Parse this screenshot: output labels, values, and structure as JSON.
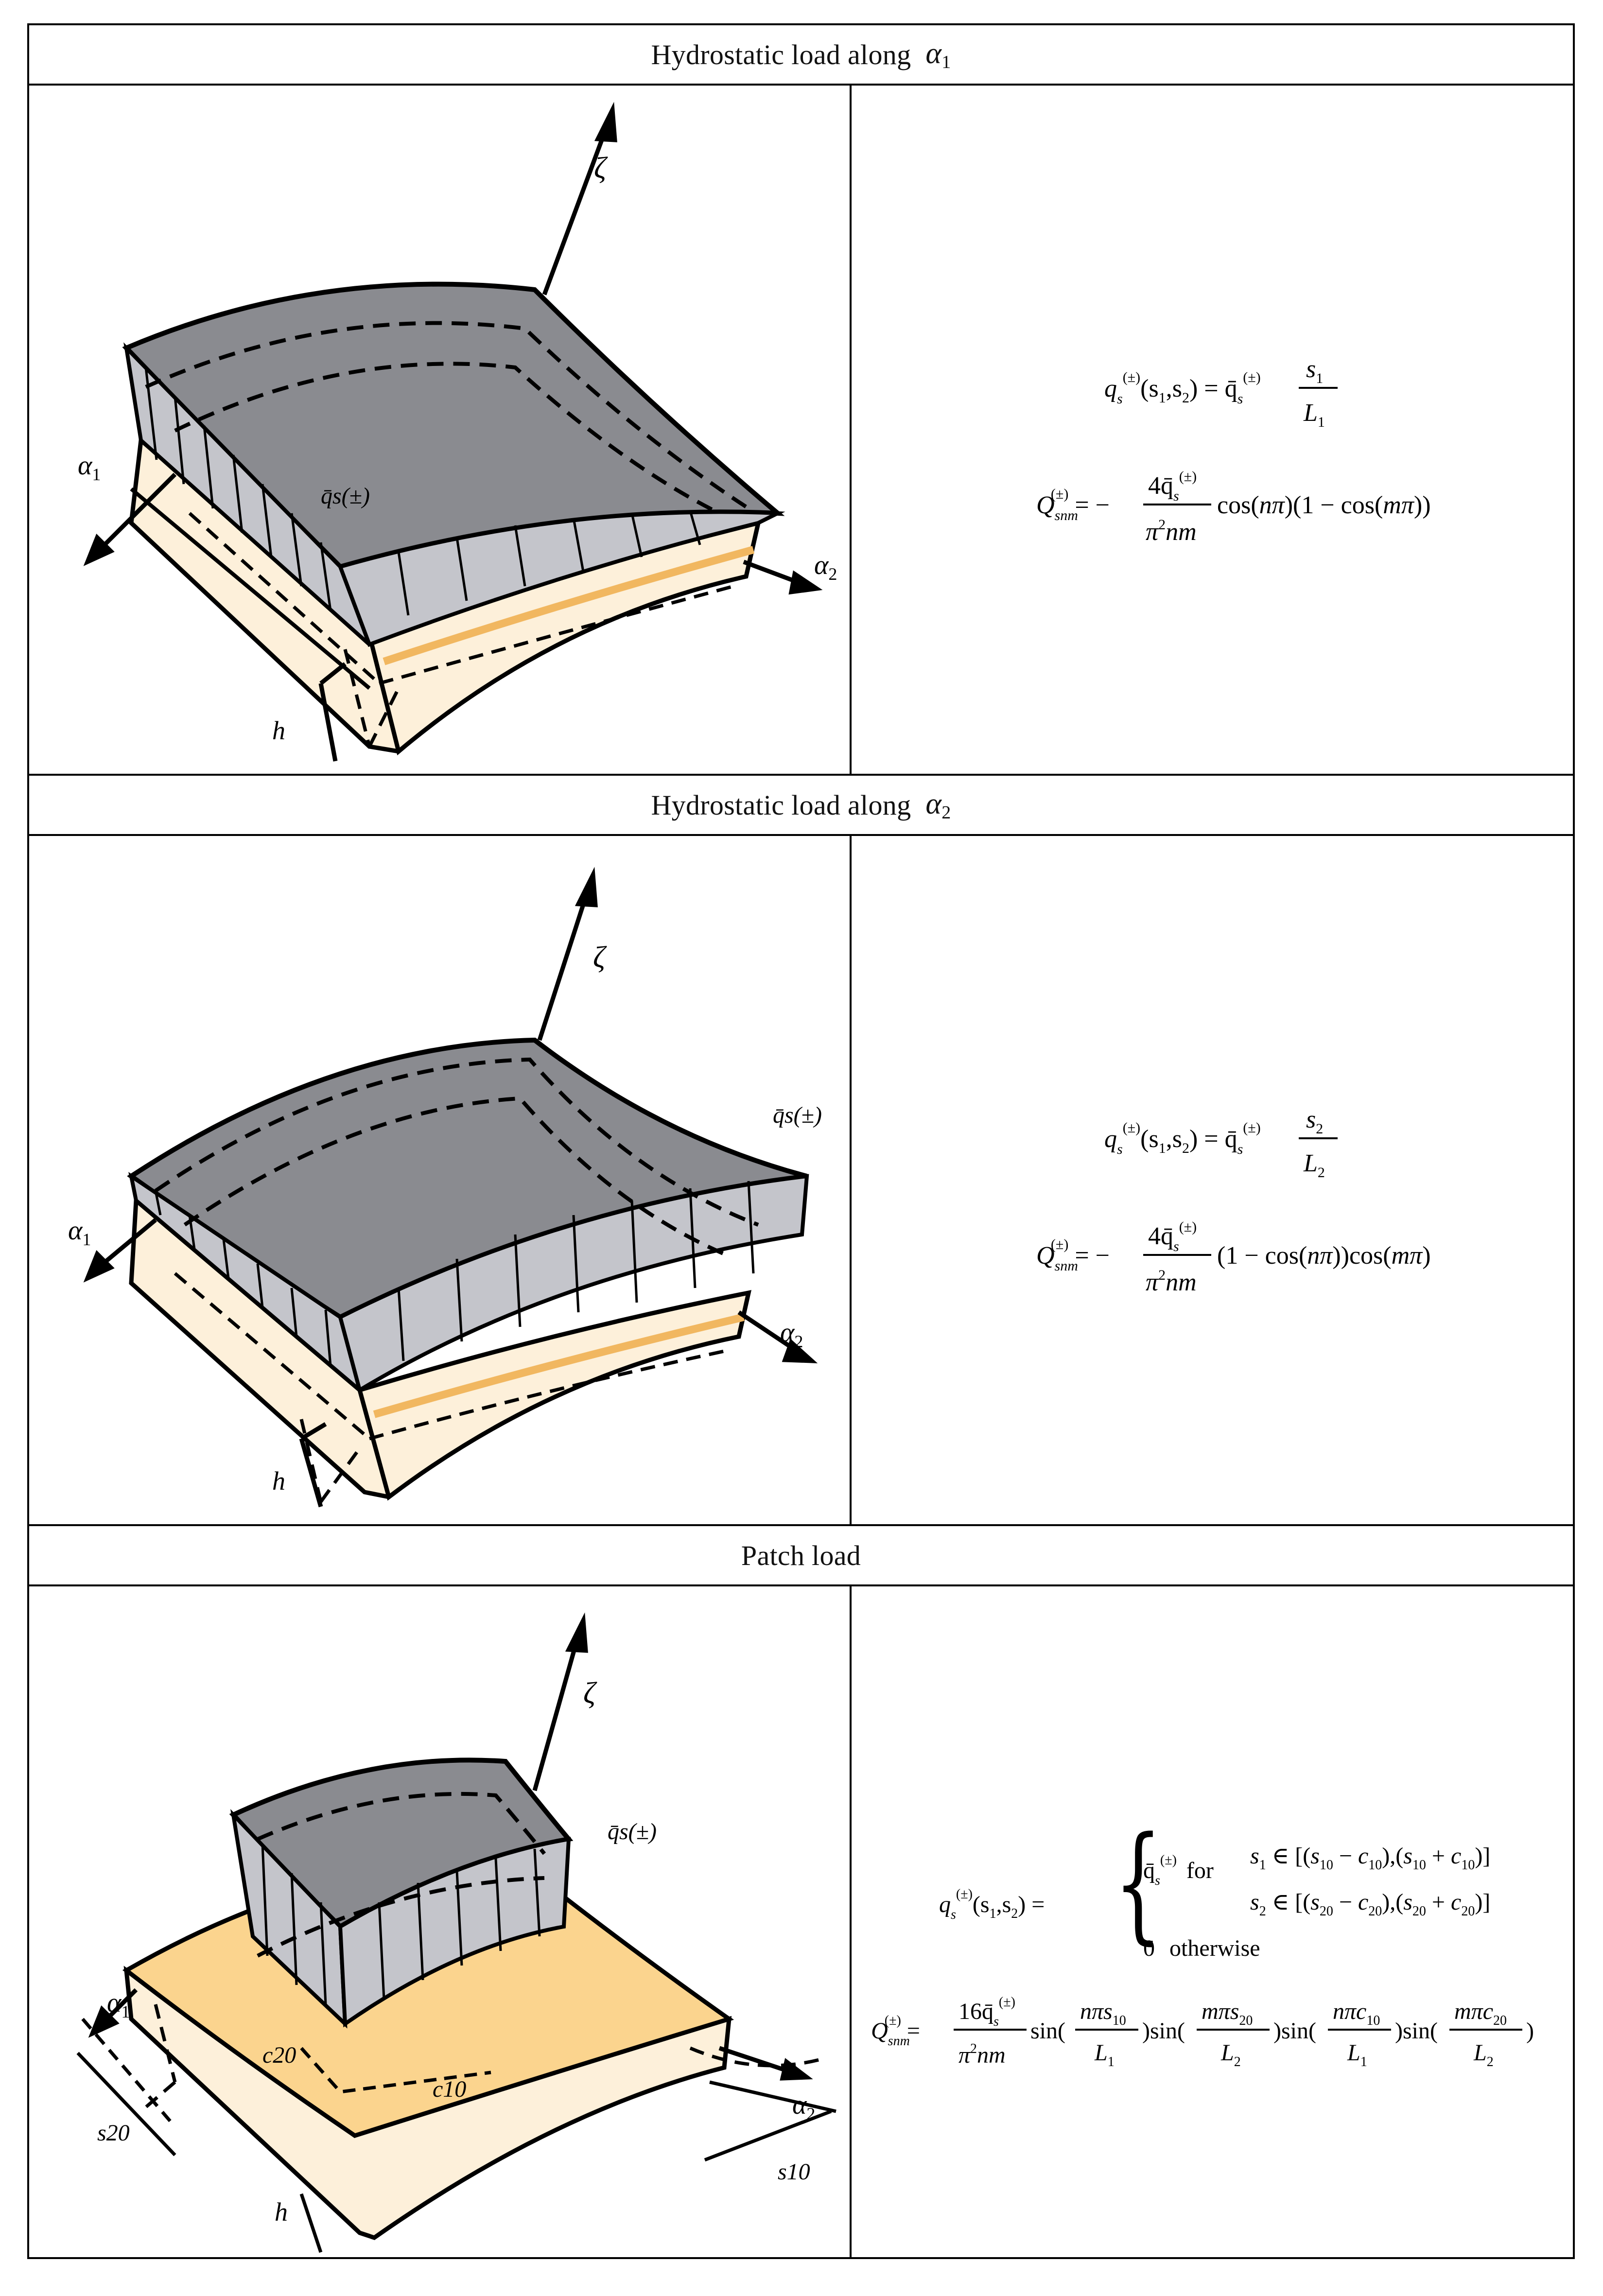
{
  "rows": [
    {
      "title": "Hydrostatic load along",
      "symbol": "α",
      "symbol_sub": "1",
      "figure": {
        "labels": {
          "zeta": "ζ",
          "alpha1": "α",
          "alpha1_sub": "1",
          "alpha2": "α",
          "alpha2_sub": "2",
          "h": "h",
          "load": "q̄s(±)"
        }
      },
      "equations": [
        "q_s^(±)(s1,s2) = q̄_s^(±) s1/L1",
        "Q_snm^(±) = −4q̄_s^(±)/(π²nm) cos(nπ)(1−cos(mπ))"
      ]
    },
    {
      "title": "Hydrostatic load along",
      "symbol": "α",
      "symbol_sub": "2",
      "figure": {
        "labels": {
          "zeta": "ζ",
          "alpha1": "α",
          "alpha1_sub": "1",
          "alpha2": "α",
          "alpha2_sub": "2",
          "h": "h",
          "load": "q̄s(±)"
        }
      },
      "equations": [
        "q_s^(±)(s1,s2) = q̄_s^(±) s2/L2",
        "Q_snm^(±) = −4q̄_s^(±)/(π²nm) (1−cos(nπ))cos(mπ)"
      ]
    },
    {
      "title": "Patch load",
      "symbol": "",
      "symbol_sub": "",
      "figure": {
        "labels": {
          "zeta": "ζ",
          "alpha1": "α",
          "alpha1_sub": "1",
          "alpha2": "α",
          "alpha2_sub": "2",
          "h": "h",
          "load": "q̄s(±)",
          "c20": "c20",
          "c10": "c10",
          "s20": "s20",
          "s10": "s10"
        }
      },
      "equations": [
        "q_s^(±)(s1,s2) = { q̄_s^(±) for s1∈[(s10−c10),(s10+c10)], s2∈[(s20−c20),(s20+c20)]; 0 otherwise }",
        "Q_snm^(±) = 16q̄_s^(±)/(π²nm) sin(nπs10/L1) sin(mπs20/L2) sin(nπc10/L1) sin(mπc20/L2)"
      ]
    }
  ],
  "colors": {
    "load_top": "#8a8b90",
    "load_side": "#c4c5cb",
    "shell_side": "#fdf0da",
    "shell_top": "#fbd48e",
    "border": "#000000"
  }
}
